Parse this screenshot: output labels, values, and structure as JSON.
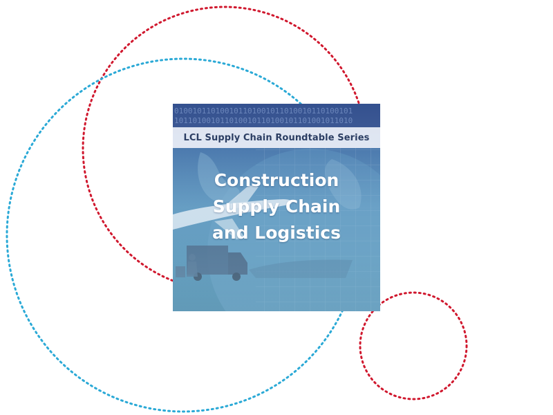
{
  "card": {
    "banner": "LCL Supply Chain Roundtable Series",
    "title_lines": [
      "Construction",
      "Supply Chain",
      "and Logistics"
    ]
  },
  "colors": {
    "red_dots": "#d0182e",
    "blue_dots": "#2aa9d6",
    "banner_text": "#2c3e63"
  },
  "icons": {
    "card_image": "airplane-truck-globe-illustration"
  }
}
